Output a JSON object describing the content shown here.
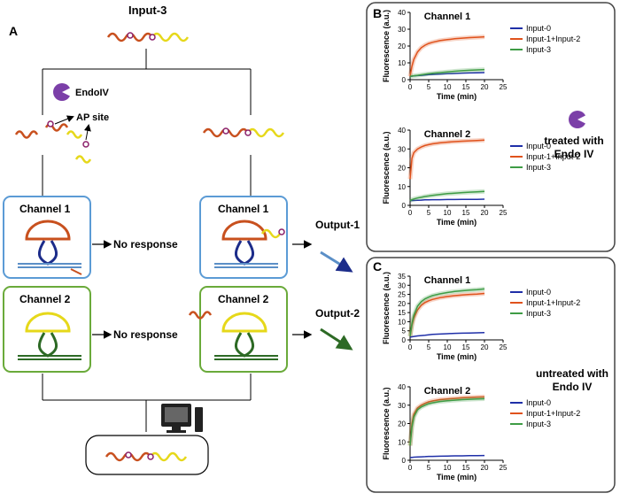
{
  "panel_a": {
    "letter": "A",
    "input3_label": "Input-3",
    "endoiv_label": "EndoIV",
    "ap_site_label": "AP site",
    "channel1_label": "Channel 1",
    "channel2_label": "Channel 2",
    "no_response_1": "No response",
    "no_response_2": "No response",
    "output1_label": "Output-1",
    "output2_label": "Output-2"
  },
  "panel_b": {
    "letter": "B",
    "side_label_line1": "treated with",
    "side_label_line2": "Endo IV"
  },
  "panel_c": {
    "letter": "C",
    "side_label_line1": "untreated with",
    "side_label_line2": "Endo IV"
  },
  "colors": {
    "input0": "#1f2fa8",
    "input12": "#e0521c",
    "input3": "#3e9c45",
    "channel1_border": "#5b9bd5",
    "channel2_border": "#6aaa3a",
    "dna_red": "#c8501e",
    "dna_yellow": "#e6d81a",
    "dna_blue": "#1c2c8a",
    "dna_green": "#2d6a25"
  },
  "chart_data": [
    {
      "id": "b1",
      "type": "line",
      "title": "Channel 1",
      "xlabel": "Time (min)",
      "ylabel": "Fluorescence (a.u.)",
      "xlim": [
        0,
        25
      ],
      "ylim": [
        0,
        40
      ],
      "xticks": [
        0,
        5,
        10,
        15,
        20,
        25
      ],
      "yticks": [
        0,
        10,
        20,
        30,
        40
      ],
      "legend": "top-right",
      "x": [
        0,
        0.5,
        1,
        2,
        3,
        4,
        5,
        6,
        8,
        10,
        12,
        14,
        16,
        18,
        20
      ],
      "series": [
        {
          "name": "Input-0",
          "values": [
            2,
            2.1,
            2.2,
            2.4,
            2.6,
            2.8,
            3.0,
            3.1,
            3.3,
            3.5,
            3.7,
            3.9,
            4.0,
            4.1,
            4.2
          ]
        },
        {
          "name": "Input-1+Input-2",
          "values": [
            2,
            8,
            12,
            16.5,
            19,
            20.5,
            21.5,
            22.2,
            23.2,
            23.8,
            24.3,
            24.7,
            25,
            25.2,
            25.5
          ]
        },
        {
          "name": "Input-3",
          "values": [
            2,
            2.1,
            2.3,
            2.6,
            2.9,
            3.2,
            3.5,
            3.8,
            4.2,
            4.6,
            5.0,
            5.3,
            5.6,
            5.8,
            6.0
          ]
        }
      ]
    },
    {
      "id": "b2",
      "type": "line",
      "title": "Channel 2",
      "xlabel": "Time (min)",
      "ylabel": "Fluorescence (a.u.)",
      "xlim": [
        0,
        25
      ],
      "ylim": [
        0,
        40
      ],
      "xticks": [
        0,
        5,
        10,
        15,
        20,
        25
      ],
      "yticks": [
        0,
        10,
        20,
        30,
        40
      ],
      "legend": "top-right",
      "x": [
        0,
        0.5,
        1,
        2,
        3,
        4,
        5,
        6,
        8,
        10,
        12,
        14,
        16,
        18,
        20
      ],
      "series": [
        {
          "name": "Input-0",
          "values": [
            2.5,
            2.6,
            2.6,
            2.7,
            2.8,
            2.9,
            2.9,
            3.0,
            3.0,
            3.1,
            3.1,
            3.2,
            3.2,
            3.2,
            3.3
          ]
        },
        {
          "name": "Input-1+Input-2",
          "values": [
            14,
            25,
            28,
            30,
            31,
            31.8,
            32.3,
            32.7,
            33.2,
            33.6,
            33.9,
            34.1,
            34.3,
            34.5,
            34.7
          ]
        },
        {
          "name": "Input-3",
          "values": [
            2.5,
            3,
            3.4,
            3.9,
            4.3,
            4.7,
            5.0,
            5.3,
            5.8,
            6.2,
            6.5,
            6.8,
            7.0,
            7.2,
            7.4
          ]
        }
      ]
    },
    {
      "id": "c1",
      "type": "line",
      "title": "Channel 1",
      "xlabel": "Time (min)",
      "ylabel": "Fluorescence (a.u.)",
      "xlim": [
        0,
        25
      ],
      "ylim": [
        0,
        35
      ],
      "xticks": [
        0,
        5,
        10,
        15,
        20,
        25
      ],
      "yticks": [
        0,
        5,
        10,
        15,
        20,
        25,
        30,
        35
      ],
      "legend": "top-right",
      "x": [
        0,
        0.5,
        1,
        2,
        3,
        4,
        5,
        6,
        8,
        10,
        12,
        14,
        16,
        18,
        20
      ],
      "series": [
        {
          "name": "Input-0",
          "values": [
            1.5,
            1.7,
            1.9,
            2.2,
            2.4,
            2.6,
            2.8,
            3.0,
            3.2,
            3.4,
            3.6,
            3.7,
            3.8,
            3.9,
            4.0
          ]
        },
        {
          "name": "Input-1+Input-2",
          "values": [
            2,
            8,
            12,
            16.5,
            19,
            20.5,
            21.5,
            22.2,
            23.2,
            23.8,
            24.3,
            24.7,
            25,
            25.2,
            25.5
          ]
        },
        {
          "name": "Input-3",
          "values": [
            2,
            9,
            13.5,
            18.5,
            21,
            22.5,
            23.5,
            24.3,
            25.3,
            26,
            26.6,
            27,
            27.3,
            27.6,
            28
          ]
        }
      ]
    },
    {
      "id": "c2",
      "type": "line",
      "title": "Channel 2",
      "xlabel": "Time (min)",
      "ylabel": "Fluorescence (a.u.)",
      "xlim": [
        0,
        25
      ],
      "ylim": [
        0,
        40
      ],
      "xticks": [
        0,
        5,
        10,
        15,
        20,
        25
      ],
      "yticks": [
        0,
        10,
        20,
        30,
        40
      ],
      "legend": "top-right",
      "x": [
        0,
        0.5,
        1,
        2,
        3,
        4,
        5,
        6,
        8,
        10,
        12,
        14,
        16,
        18,
        20
      ],
      "series": [
        {
          "name": "Input-0",
          "values": [
            1.5,
            1.6,
            1.7,
            1.8,
            1.9,
            2.0,
            2.1,
            2.1,
            2.2,
            2.3,
            2.4,
            2.4,
            2.5,
            2.5,
            2.6
          ]
        },
        {
          "name": "Input-1+Input-2",
          "values": [
            8,
            20,
            25,
            28.5,
            30,
            31,
            31.8,
            32.3,
            33,
            33.4,
            33.7,
            34,
            34.2,
            34.4,
            34.5
          ]
        },
        {
          "name": "Input-3",
          "values": [
            8,
            18,
            23.5,
            27.5,
            29,
            30,
            30.8,
            31.3,
            32,
            32.4,
            32.7,
            33,
            33.2,
            33.4,
            33.5
          ]
        }
      ]
    }
  ]
}
